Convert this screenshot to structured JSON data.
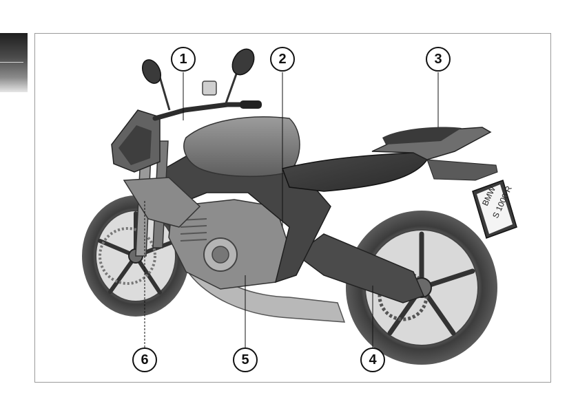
{
  "figure": {
    "plate_line1": "BMW",
    "plate_line2": "S 1000 R",
    "callouts": [
      {
        "number": "1",
        "item": "1"
      },
      {
        "number": "2",
        "item": "2"
      },
      {
        "number": "3",
        "item": "3"
      },
      {
        "number": "4",
        "item": "4"
      },
      {
        "number": "5",
        "item": "5"
      },
      {
        "number": "6",
        "item": "6"
      }
    ]
  },
  "colors": {
    "frame_border": "#9a9a9a",
    "bike_dark": "#3a3a3a",
    "bike_mid": "#6b6b6b",
    "bike_light": "#a8a8a8",
    "callout_stroke": "#111111"
  }
}
